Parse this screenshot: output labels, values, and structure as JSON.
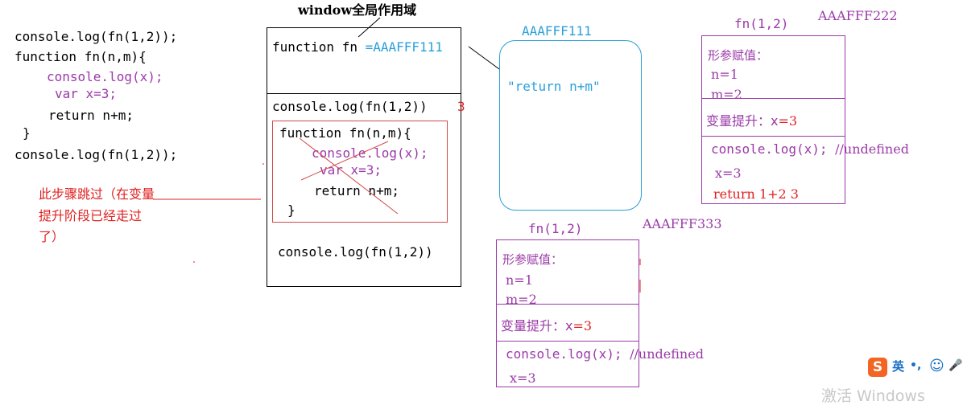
{
  "left_code": {
    "line1": "console.log(fn(1,2));",
    "line2": "function fn(n,m){",
    "line3": "console.log(x);",
    "line4": "var x=3;",
    "line5": "return n+m;",
    "line6": "}",
    "line7": "console.log(fn(1,2));"
  },
  "skip_note": {
    "line1": "此步骤跳过（在变量",
    "line2": "提升阶段已经走过",
    "line3": "了）"
  },
  "global_scope": {
    "title": "window全局作用域",
    "decl_prefix": "function fn ",
    "decl_value": "=AAAFFF111",
    "call1": "console.log(fn(1,2))",
    "call1_result": "3",
    "inner_line1": "function fn(n,m){",
    "inner_line2": "console.log(x);",
    "inner_line3": "var x=3;",
    "inner_line4": "return n+m;",
    "inner_line5": "}",
    "call2": "console.log(fn(1,2))"
  },
  "heap_111": {
    "address": "AAAFFF111",
    "content": "\"return n+m\""
  },
  "exec_222": {
    "title": "fn(1,2)",
    "address": "AAAFFF222",
    "params_label": "形参赋值：",
    "param_n": "n=1",
    "param_m": "m=2",
    "hoist_label": "变量提升：x",
    "hoist_value": "=3",
    "log_line": "console.log(x);",
    "log_comment": "//undefined",
    "assign_line": "x=3",
    "return_line": "return 1+2 3"
  },
  "exec_333": {
    "title": "fn(1,2)",
    "address": "AAAFFF333",
    "params_label": "形参赋值：",
    "param_n": "n=1",
    "param_m": "m=2",
    "hoist_label": "变量提升：x",
    "hoist_value": "=3",
    "log_line": "console.log(x);",
    "log_comment": "//undefined",
    "assign_line": "x=3"
  },
  "ime_toolbar": {
    "logo": "S",
    "lang": "英",
    "punct": "•,",
    "emoji": "☺",
    "mic": "🎤"
  },
  "watermark": "激活 Windows",
  "colors": {
    "purple": "#9b3aa8",
    "red": "#e02020",
    "blue": "#2aa0d8",
    "ime_orange": "#f26522"
  }
}
